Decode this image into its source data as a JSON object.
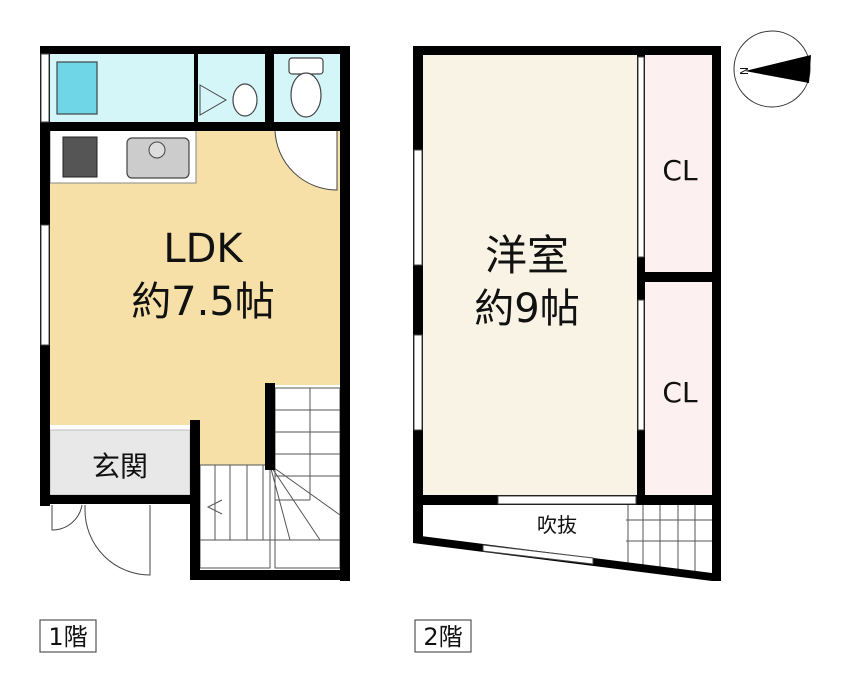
{
  "floor1": {
    "label": "1階",
    "ldk_name": "LDK",
    "ldk_size": "約7.5帖",
    "entrance": "玄関"
  },
  "floor2": {
    "label": "2階",
    "room_name": "洋室",
    "room_size": "約9帖",
    "closet1": "CL",
    "closet2": "CL",
    "void": "吹抜"
  },
  "compass": {
    "north_label": "N"
  },
  "colors": {
    "ldk": "#f6e0a8",
    "wet": "#d4f6f8",
    "bathtub": "#6ed6e6",
    "western_room": "#f8f3e4",
    "closet": "#fdf0f0",
    "entrance": "#e8e8e8",
    "wall": "#000000"
  }
}
